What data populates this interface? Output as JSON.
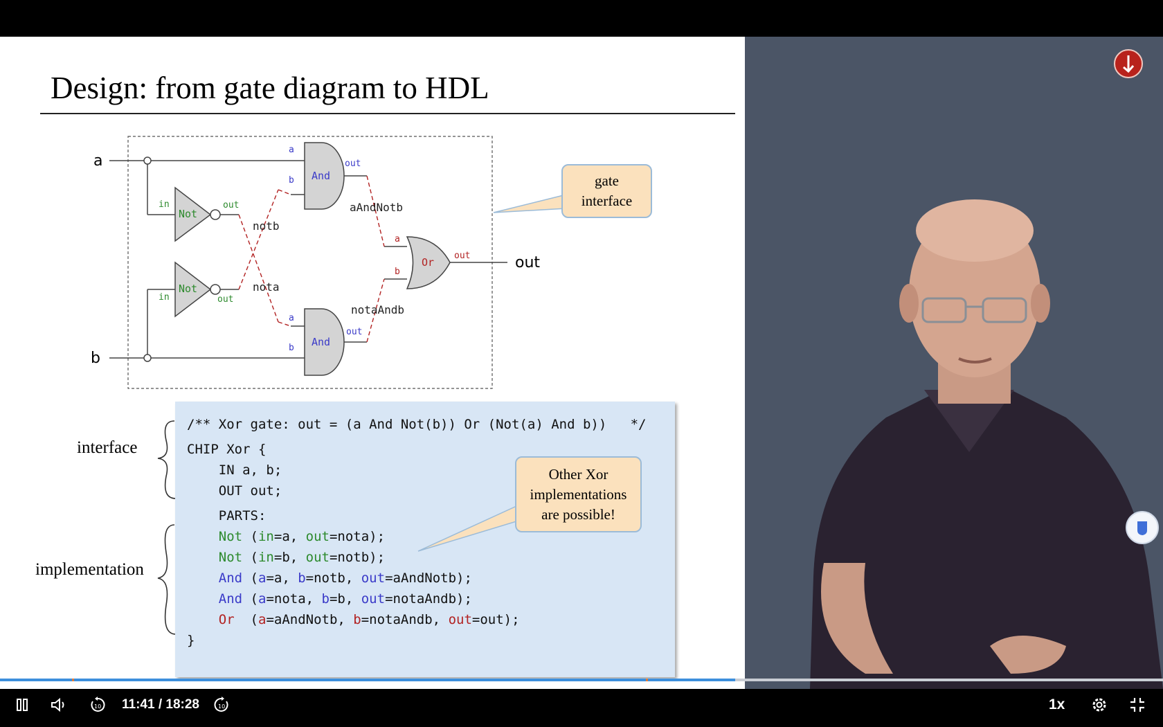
{
  "slide": {
    "title": "Design: from gate diagram to HDL",
    "diagram": {
      "inputs": [
        "a",
        "b"
      ],
      "output": "out",
      "gates": {
        "not": "Not",
        "and": "And",
        "or": "Or"
      },
      "pins": {
        "in": "in",
        "out": "out",
        "a": "a",
        "b": "b"
      },
      "wires": [
        "notb",
        "nota",
        "aAndNotb",
        "notaAndb"
      ],
      "callout": "gate\ninterface"
    },
    "labels": {
      "interface": "interface",
      "implementation": "implementation"
    },
    "code": {
      "comment": "/** Xor gate: out = (a And Not(b)) Or (Not(a) And b))   */",
      "chip": "CHIP Xor {",
      "in": "    IN a, b;",
      "out": "    OUT out;",
      "parts": "    PARTS:",
      "close": "}",
      "indent": "    ",
      "lines": [
        {
          "gate": "Not",
          "gap": " ",
          "args": [
            [
              "in",
              "a"
            ],
            [
              "out",
              "nota"
            ]
          ]
        },
        {
          "gate": "Not",
          "gap": " ",
          "args": [
            [
              "in",
              "b"
            ],
            [
              "out",
              "notb"
            ]
          ]
        },
        {
          "gate": "And",
          "gap": " ",
          "args": [
            [
              "a",
              "a"
            ],
            [
              "b",
              "notb"
            ],
            [
              "out",
              "aAndNotb"
            ]
          ]
        },
        {
          "gate": "And",
          "gap": " ",
          "args": [
            [
              "a",
              "nota"
            ],
            [
              "b",
              "b"
            ],
            [
              "out",
              "notaAndb"
            ]
          ]
        },
        {
          "gate": "Or",
          "gap": "  ",
          "args": [
            [
              "a",
              "aAndNotb"
            ],
            [
              "b",
              "notaAndb"
            ],
            [
              "out",
              "out"
            ]
          ]
        }
      ]
    },
    "callout_impl": "Other Xor\nimplementations\nare possible!"
  },
  "player": {
    "time": "11:41 / 18:28",
    "speed": "1x",
    "progress_fraction": 0.632,
    "icons": [
      "pause-icon",
      "volume-icon",
      "rewind-10-icon",
      "forward-10-icon",
      "settings-gear-icon",
      "fullscreen-exit-icon",
      "logo-icon"
    ]
  },
  "colors": {
    "slide_bg": "#ffffff",
    "code_bg": "#d8e6f5",
    "callout_bg": "#fbe1bd",
    "video_bg": "#4b5566",
    "progress": "#3d8fdc",
    "gate_green": "#2d8a2d",
    "gate_blue": "#3a3ac8",
    "gate_red": "#b22222"
  }
}
